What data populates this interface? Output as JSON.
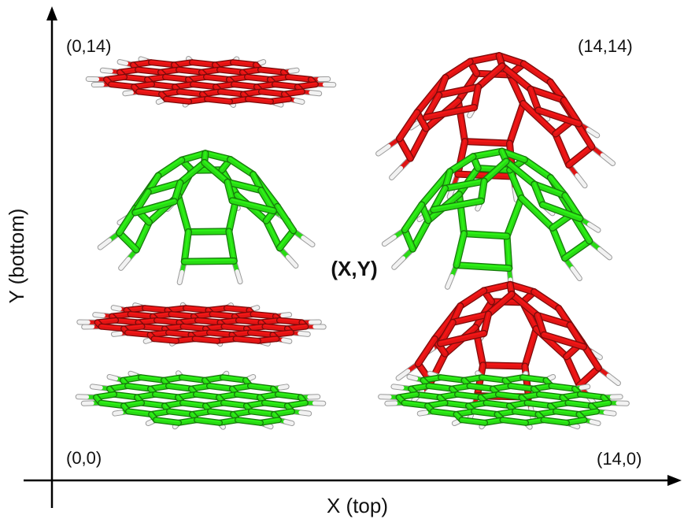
{
  "axes": {
    "x_label": "X (top)",
    "y_label": "Y (bottom)",
    "color": "#000000"
  },
  "corner_labels": {
    "top_left": "(0,14)",
    "top_right": "(14,14)",
    "bottom_left": "(0,0)",
    "bottom_right": "(14,0)"
  },
  "center_label": "(X,Y)",
  "molecules": {
    "top_color": "#e11414",
    "bottom_color": "#28dc14",
    "hydrogen_color": "#f2f2f2",
    "pairs": [
      {
        "name": "pair-0-14",
        "top": "flat",
        "bottom": "bowl"
      },
      {
        "name": "pair-14-14",
        "top": "bowl",
        "bottom": "bowl"
      },
      {
        "name": "pair-0-0",
        "top": "flat",
        "bottom": "flat"
      },
      {
        "name": "pair-14-0",
        "top": "bowl",
        "bottom": "flat"
      }
    ]
  }
}
